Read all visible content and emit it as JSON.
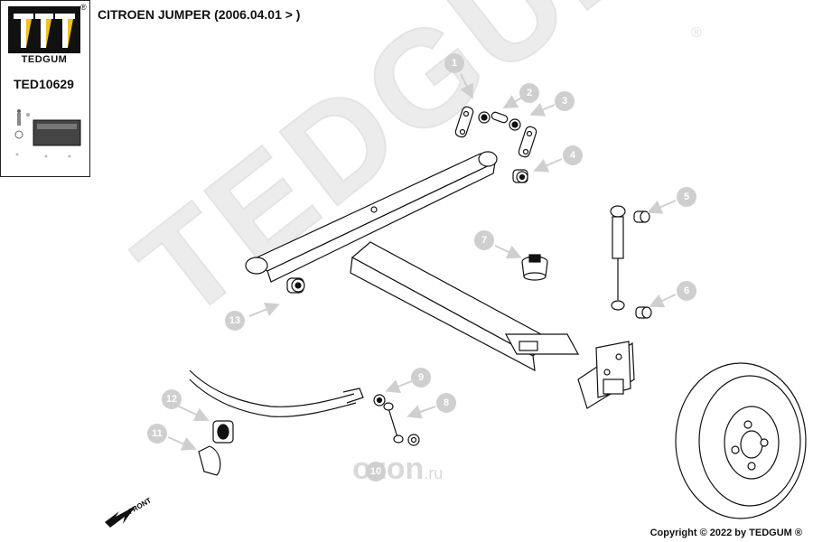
{
  "header": {
    "title": "CITROEN JUMPER (2006.04.01 > )"
  },
  "logo": {
    "brand": "TEDGUM",
    "registered_mark": "®",
    "part_number": "TED10629"
  },
  "watermark": {
    "text": "TEDGUM",
    "registered_mark": "®",
    "site_logo": "ozon",
    "site_domain": ".ru"
  },
  "diagram": {
    "callouts": [
      "1",
      "2",
      "3",
      "4",
      "5",
      "6",
      "7",
      "8",
      "9",
      "10",
      "11",
      "12",
      "13"
    ],
    "direction_label": "FRONT"
  },
  "footer": {
    "copyright": "Copyright © 2022 by TEDGUM ®"
  },
  "colors": {
    "line": "#111111",
    "callout": "#cfcfcf",
    "watermark": "#ececec"
  }
}
